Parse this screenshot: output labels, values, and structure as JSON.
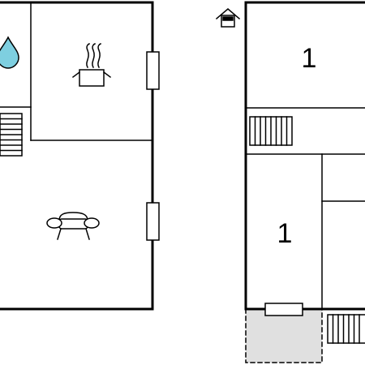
{
  "floor_plan": {
    "colors": {
      "wall": "#000000",
      "background": "#ffffff",
      "water_drop": "#7ecfe0",
      "terrace": "#e0e0e0"
    },
    "ground_floor": {
      "rooms": [
        {
          "name": "bathroom",
          "icon": "water-drop-icon"
        },
        {
          "name": "kitchen",
          "icon": "cooking-pot-icon"
        },
        {
          "name": "living-room",
          "icon": "sofa-icon"
        }
      ],
      "stairs_icon": "stairs-icon",
      "windows": 2
    },
    "upper_floor": {
      "marker_icon": "house-floor-icon",
      "bedrooms": [
        {
          "label": "1"
        },
        {
          "label": "1"
        }
      ],
      "stairs_icon": "stairs-icon",
      "terrace": "dashed"
    }
  }
}
